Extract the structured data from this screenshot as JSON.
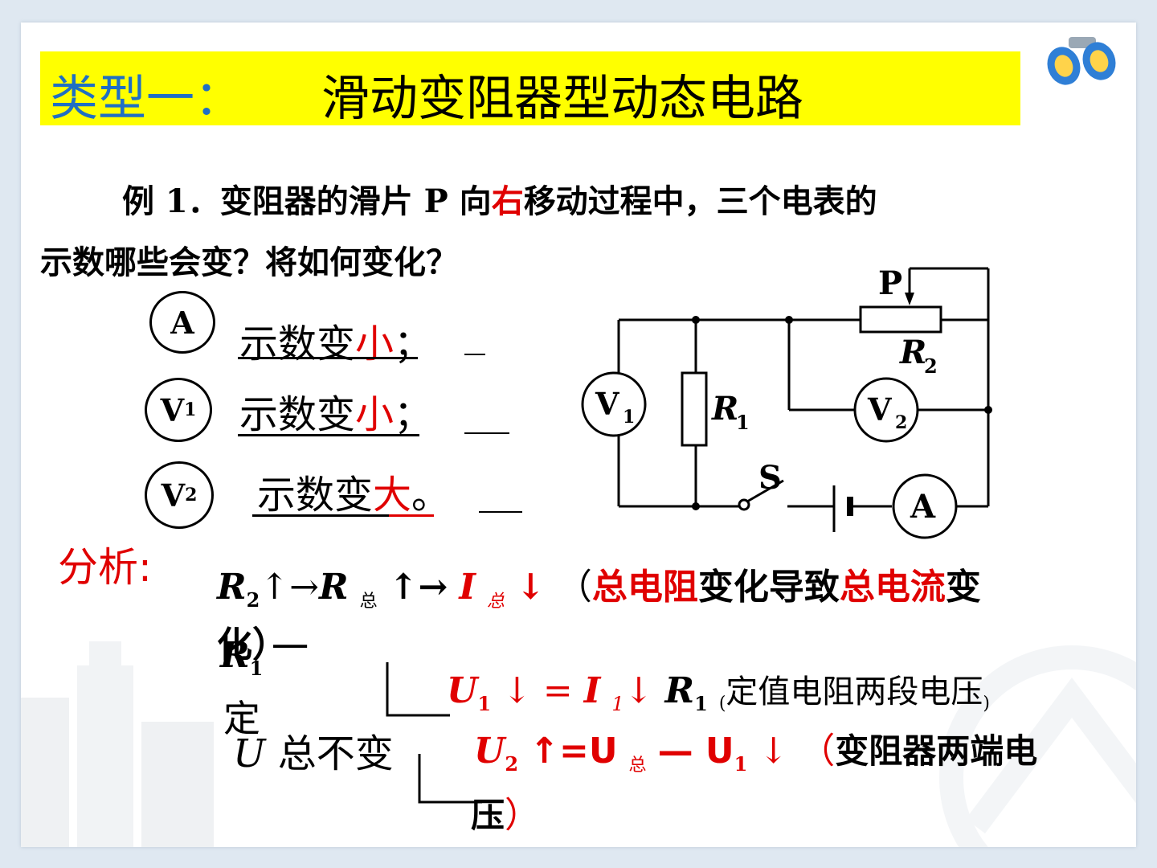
{
  "title": {
    "type": "类型一：",
    "name": "滑动变阻器型动态电路"
  },
  "question": {
    "line1_prefix": "例 1．变阻器的滑片 P 向",
    "line1_highlight": "右",
    "line1_suffix": "移动过程中，三个电表的",
    "line2": "示数哪些会变？将如何变化？"
  },
  "answers": [
    {
      "meter": "A",
      "sub": "",
      "text": "示数变",
      "change": "小",
      "punct": "；"
    },
    {
      "meter": "V",
      "sub": "1",
      "text": "示数变",
      "change": "小",
      "punct": "；"
    },
    {
      "meter": "V",
      "sub": "2",
      "text": "示数变",
      "change": "大",
      "punct": "。"
    }
  ],
  "circuit": {
    "slider": "P",
    "r2": "R",
    "r2_sub": "2",
    "r1": "R",
    "r1_sub": "1",
    "v1": "V",
    "v1_sub": "1",
    "v2": "V",
    "v2_sub": "2",
    "ammeter": "A",
    "switch": "S"
  },
  "analysis": {
    "label": "分析:",
    "line1": {
      "r2": "R",
      "r2_sub": "2",
      "up_arrow": "↑→",
      "r_total": "R",
      "total_sub": "总",
      "arrow_mid": "↑→",
      "i": "I",
      "i_sub": "总",
      "down_arrow": "↓",
      "open_paren": "（",
      "p1": "总电阻",
      "p2": "变化导致",
      "p3": "总电流",
      "p4": "变",
      "wrap": "化）"
    },
    "r1_label": "R",
    "r1_sub": "1",
    "r1_const": "一定",
    "u_label": "U",
    "u_text": "总不变",
    "eq1": {
      "u": "U",
      "u_sub": "1",
      "mid": "↓ = ",
      "i": "I",
      "i_sub": "1",
      "arrow": "↓",
      "r": "R",
      "r_sub": "1",
      "note": "定值电阻两段电压",
      "open": "(",
      "close": ")"
    },
    "eq2": {
      "u": "U",
      "u_sub": "2",
      "mid": "↑=U",
      "total_sub": "总",
      "dash": "— U",
      "u1_sub": "1",
      "arrow": "↓",
      "open": "（",
      "note": "变阻器两端电",
      "wrap": "压",
      "close": "）"
    }
  }
}
